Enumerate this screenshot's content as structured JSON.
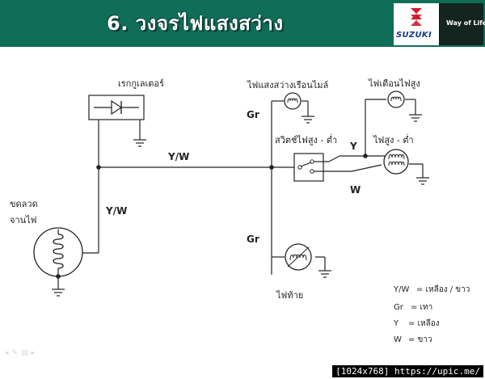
{
  "header": {
    "title": "6. วงจรไฟแสงสว่าง",
    "brand_name": "SUZUKI",
    "slogan": "Way of Life!"
  },
  "diagram": {
    "rectifier_label": "เรกกูเลเตอร์",
    "alternator_label_line1": "ขดลวด",
    "alternator_label_line2": "จานไฟ",
    "meter_lamp_label": "ไฟแสงสว่างเรือนไมล์",
    "high_beam_indicator_label": "ไฟเตือนไฟสูง",
    "dimmer_switch_label": "สวิตช์ไฟสูง - ต่ำ",
    "headlamp_label": "ไฟสูง - ต่ำ",
    "tail_lamp_label": "ไฟท้าย",
    "wire_labels": {
      "main_yw": "Y/W",
      "vertical_yw": "Y/W",
      "gr_top": "Gr",
      "gr_bottom": "Gr",
      "y": "Y",
      "w": "W"
    },
    "legend": [
      {
        "code": "Y/W",
        "meaning": "=  เหลือง / ขาว"
      },
      {
        "code": "Gr",
        "meaning": "=   เทา"
      },
      {
        "code": "Y",
        "meaning": "=   เหลือง"
      },
      {
        "code": "W",
        "meaning": "=  ขาว"
      }
    ]
  },
  "footer": {
    "watermark": "[1024x768] https://upic.me/"
  }
}
